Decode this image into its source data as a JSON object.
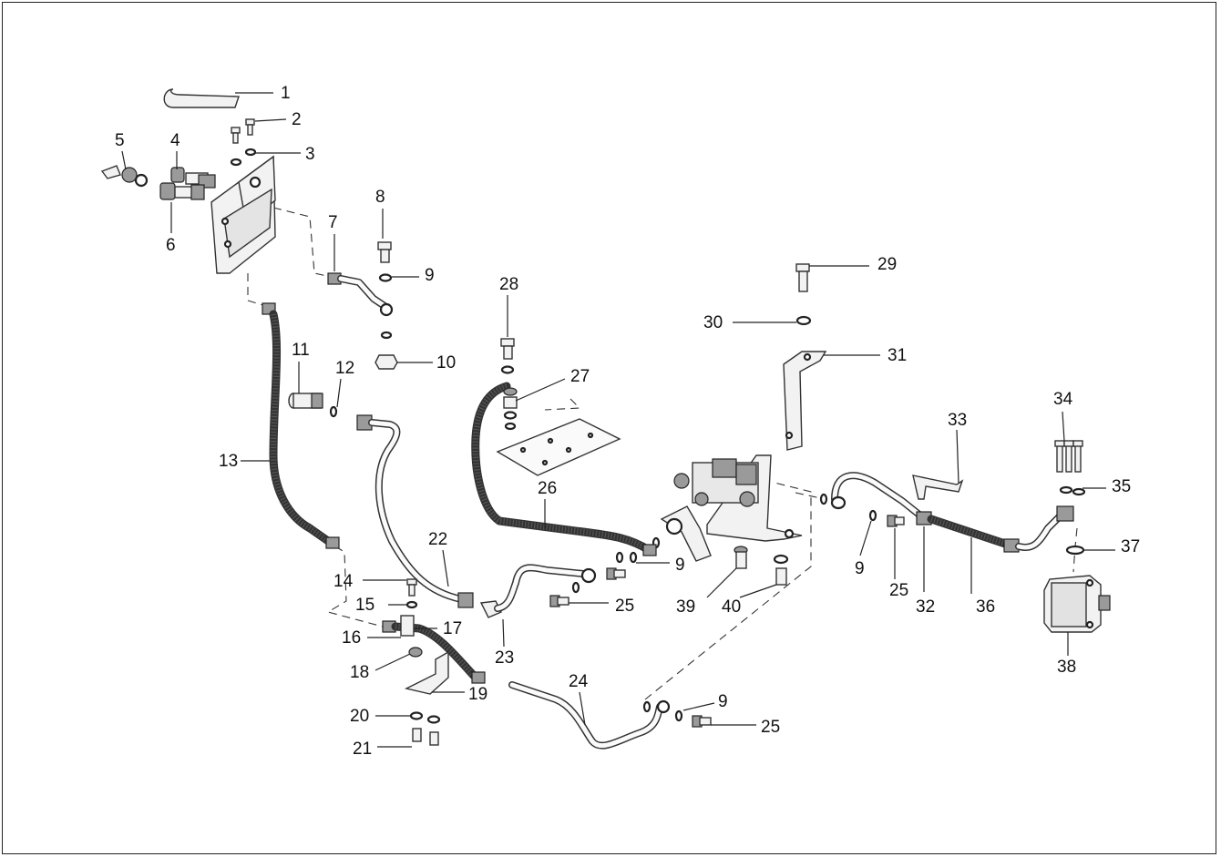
{
  "callouts": [
    {
      "number": "1"
    },
    {
      "number": "2"
    },
    {
      "number": "3"
    },
    {
      "number": "4"
    },
    {
      "number": "5"
    },
    {
      "number": "6"
    },
    {
      "number": "7"
    },
    {
      "number": "8"
    },
    {
      "number": "9"
    },
    {
      "number": "10"
    },
    {
      "number": "11"
    },
    {
      "number": "12"
    },
    {
      "number": "13"
    },
    {
      "number": "14"
    },
    {
      "number": "15"
    },
    {
      "number": "16"
    },
    {
      "number": "17"
    },
    {
      "number": "18"
    },
    {
      "number": "19"
    },
    {
      "number": "20"
    },
    {
      "number": "21"
    },
    {
      "number": "22"
    },
    {
      "number": "23"
    },
    {
      "number": "24"
    },
    {
      "number": "25"
    },
    {
      "number": "26"
    },
    {
      "number": "27"
    },
    {
      "number": "28"
    },
    {
      "number": "29"
    },
    {
      "number": "30"
    },
    {
      "number": "31"
    },
    {
      "number": "32"
    },
    {
      "number": "33"
    },
    {
      "number": "34"
    },
    {
      "number": "35"
    },
    {
      "number": "36"
    },
    {
      "number": "37"
    },
    {
      "number": "38"
    },
    {
      "number": "39"
    },
    {
      "number": "40"
    }
  ],
  "colors": {
    "line": "#222222",
    "fill": "#f2f2f2",
    "background": "#ffffff"
  }
}
